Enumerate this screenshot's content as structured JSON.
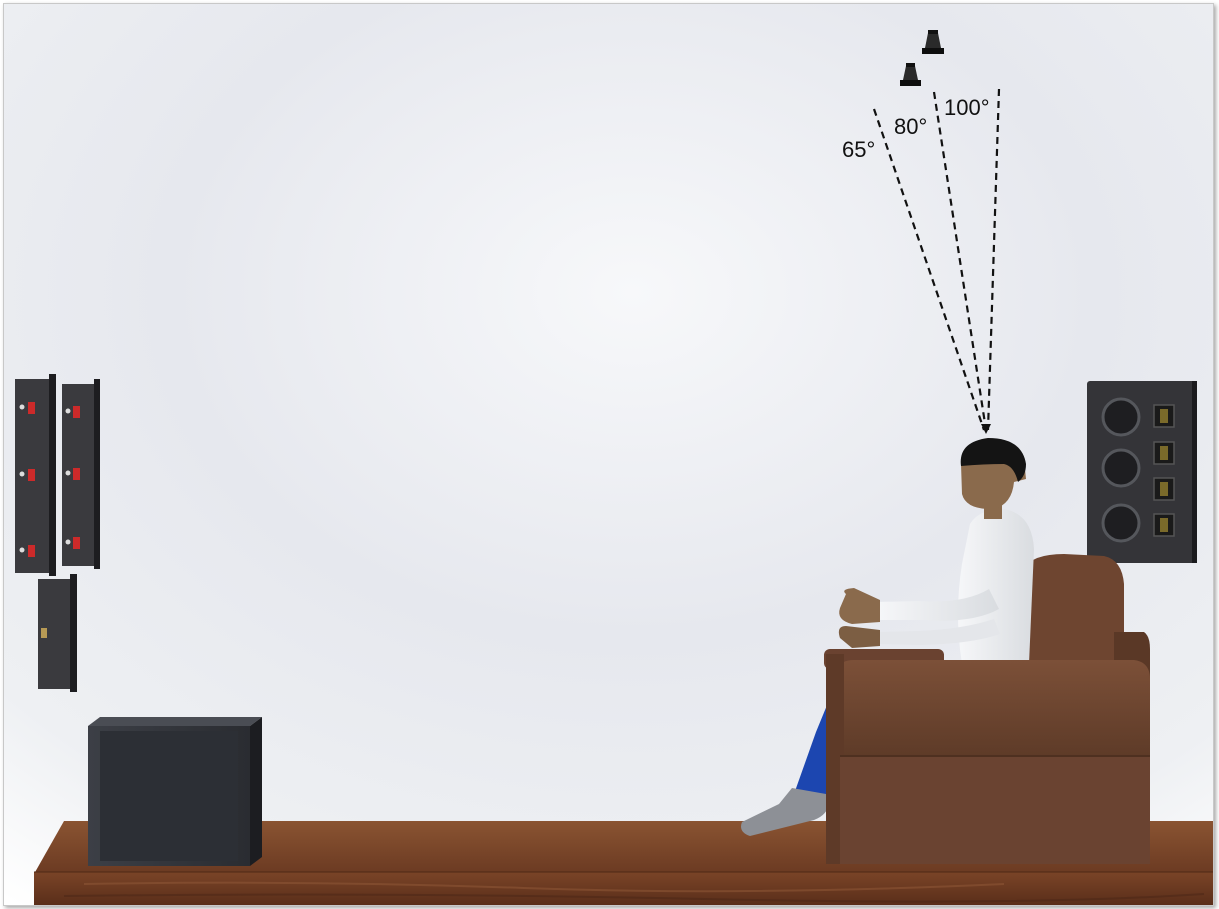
{
  "angles": {
    "a65": "65°",
    "a80": "80°",
    "a100": "100°"
  },
  "colors": {
    "floor": "#7a4427",
    "couch": "#6e4530",
    "shirt": "#eef0f2",
    "jeans": "#1c46b0",
    "skin": "#8a6a4c",
    "speaker": "#2f2f33",
    "subwoofer": "#33363c",
    "terminal_red": "#cc2a2a"
  }
}
